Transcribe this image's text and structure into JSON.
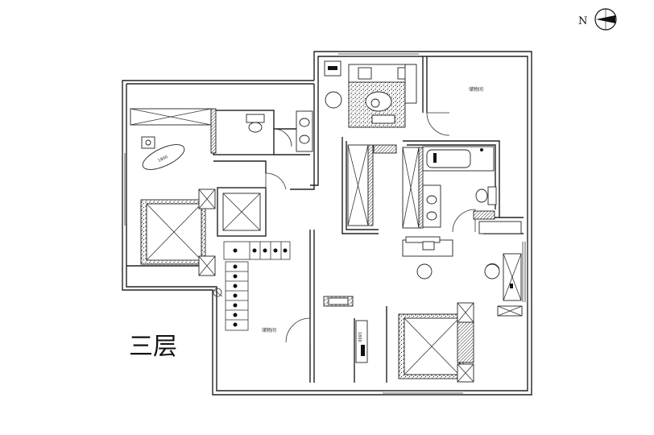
{
  "floor_title": "三层",
  "north": {
    "letter": "N",
    "icon": "north-arrow-icon"
  },
  "rooms": {
    "storage_top": "储物间",
    "storage_bottom": "储物间"
  },
  "dimensions": {
    "bathtub_left": "1800",
    "bathtub_right": "1800"
  },
  "icons": [
    "bed-icon",
    "bathtub-icon",
    "toilet-icon",
    "sink-icon",
    "wardrobe-icon",
    "stair-icon",
    "door-swing-icon",
    "chair-icon",
    "desk-icon"
  ]
}
